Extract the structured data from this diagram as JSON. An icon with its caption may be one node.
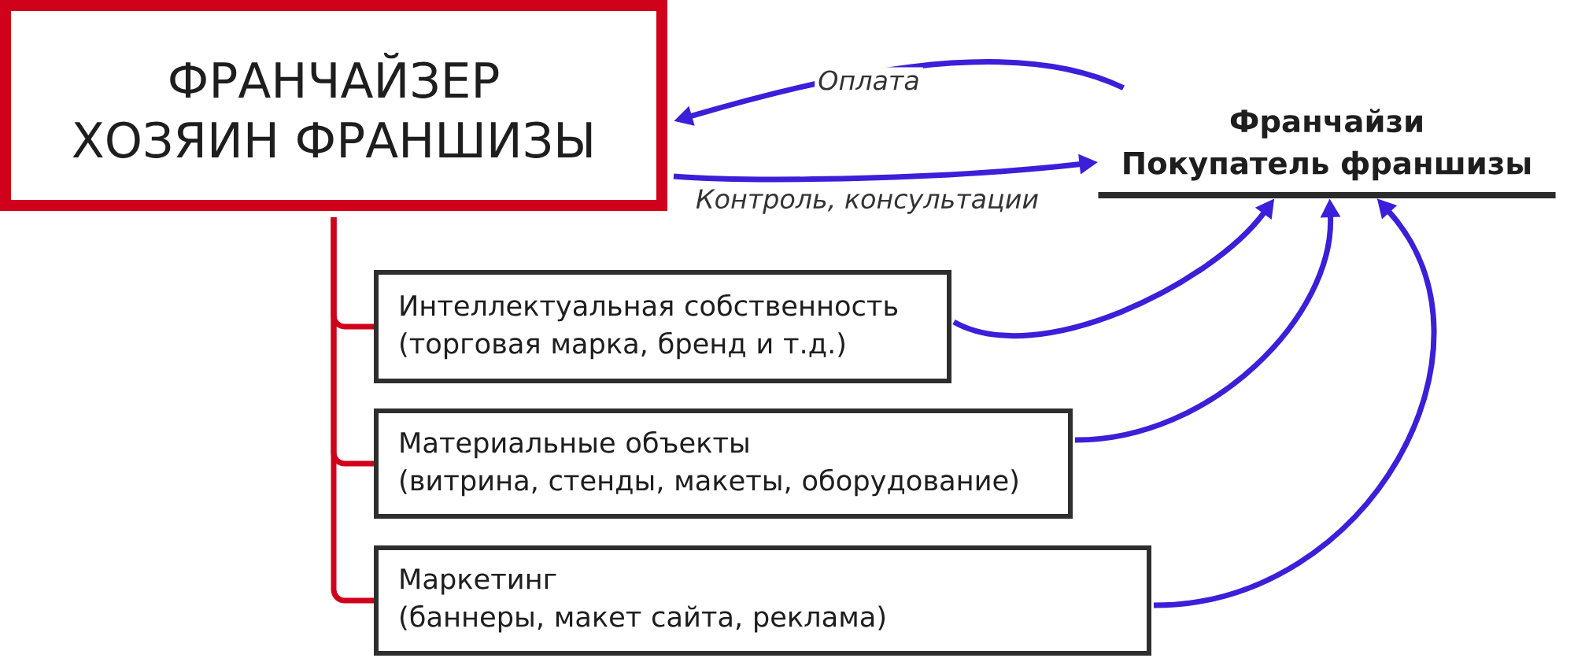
{
  "diagram": {
    "nodes": [
      {
        "text": [
          "ФРАНЧАЙЗЕР",
          "ХОЗЯИН ФРАНШИЗЫ"
        ]
      },
      {
        "text": [
          "Франчайзи",
          "Покупатель франшизы"
        ]
      },
      {
        "text": [
          "Интеллектуальная собственность",
          "(торговая марка, бренд и т.д.)"
        ]
      },
      {
        "text": [
          "Материальные объекты",
          "(витрина, стенды, макеты, оборудование)"
        ]
      },
      {
        "text": [
          "Маркетинг",
          "(баннеры, макет сайта, реклама)"
        ]
      }
    ],
    "edges": [
      {
        "from": 1,
        "to": 0,
        "arrow": "to",
        "label": "Оплата"
      },
      {
        "from": 0,
        "to": 1,
        "arrow": "to",
        "label": "Контроль, консультации"
      },
      {
        "from": 0,
        "to": 2,
        "arrow": "none",
        "color": "#d0021b"
      },
      {
        "from": 0,
        "to": 3,
        "arrow": "none",
        "color": "#d0021b"
      },
      {
        "from": 0,
        "to": 4,
        "arrow": "none",
        "color": "#d0021b"
      },
      {
        "from": 2,
        "to": 1,
        "arrow": "to"
      },
      {
        "from": 3,
        "to": 1,
        "arrow": "to"
      },
      {
        "from": 4,
        "to": 1,
        "arrow": "to"
      }
    ]
  }
}
